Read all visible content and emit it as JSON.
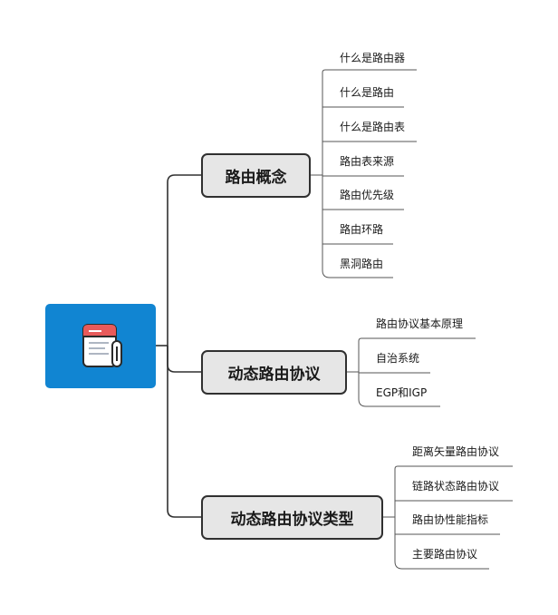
{
  "diagram": {
    "root": {
      "icon": "newspaper-icon"
    },
    "branches": [
      {
        "label": "路由概念",
        "children": [
          "什么是路由器",
          "什么是路由",
          "什么是路由表",
          "路由表来源",
          "路由优先级",
          "路由环路",
          "黑洞路由"
        ]
      },
      {
        "label": "动态路由协议",
        "children": [
          "路由协议基本原理",
          "自治系统",
          "EGP和IGP"
        ]
      },
      {
        "label": "动态路由协议类型",
        "children": [
          "距离矢量路由协议",
          "链路状态路由协议",
          "路由协性能指标",
          "主要路由协议"
        ]
      }
    ],
    "colors": {
      "root_fill": "#1185d2",
      "node_fill": "#e6e6e6",
      "node_border": "#303030",
      "line": "#303030"
    }
  }
}
